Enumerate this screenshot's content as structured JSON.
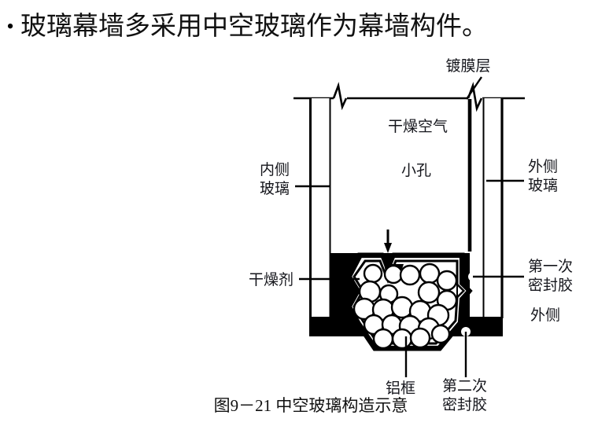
{
  "slide": {
    "bullet_glyph": "•",
    "heading": "玻璃幕墙多采用中空玻璃作为幕墙构件。"
  },
  "figure": {
    "caption": "图9－21  中空玻璃构造示意",
    "labels": {
      "coating_layer": "镀膜层",
      "dry_air": "干燥空气",
      "small_hole": "小孔",
      "inner_glass_line1": "内侧",
      "inner_glass_line2": "玻璃",
      "outer_glass_line1": "外侧",
      "outer_glass_line2": "玻璃",
      "first_sealant_line1": "第一次",
      "first_sealant_line2": "密封胶",
      "second_sealant_line1": "第二次",
      "second_sealant_line2": "密封胶",
      "desiccant": "干燥剂",
      "aluminium_frame": "铝框",
      "outer_side": "外侧"
    },
    "colors": {
      "ink": "#000000",
      "text": "#15161c",
      "paper": "#ffffff"
    }
  }
}
